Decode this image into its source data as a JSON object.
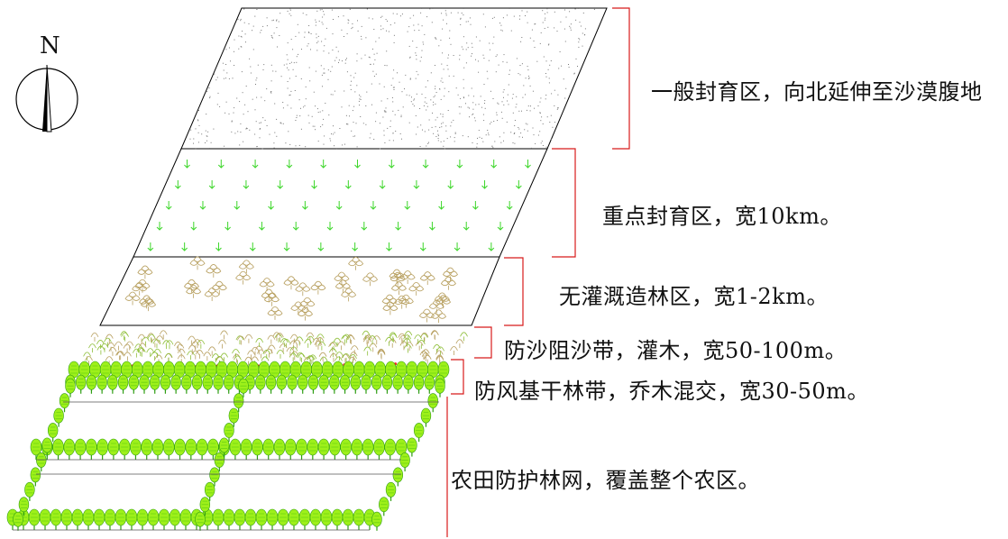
{
  "compass": {
    "north_label": "N"
  },
  "zones": [
    {
      "id": "general-enclosure",
      "label": "一般封育区，向北延伸至沙漠腹地"
    },
    {
      "id": "key-enclosure",
      "label": "重点封育区，宽10km。"
    },
    {
      "id": "non-irrigated-afforestation",
      "label": "无灌溉造林区，宽1-2km。"
    },
    {
      "id": "sand-barrier-belt",
      "label": "防沙阻沙带，灌木，宽50-100m。"
    },
    {
      "id": "windbreak-main-belt",
      "label": "防风基干林带，乔木混交，宽30-50m。"
    },
    {
      "id": "farmland-shelter-net",
      "label": "农田防护林网，覆盖整个农区。"
    }
  ],
  "colors": {
    "outline": "#000000",
    "bracket": "#d81b1b",
    "grass": "#3dd62a",
    "tree_light": "#9ef01a",
    "tree_mid": "#6cd312",
    "tree_dark": "#2e9e12",
    "shrub": "#b8a060",
    "shrub_green": "#8fbf3a",
    "flower": "#ff2020"
  }
}
